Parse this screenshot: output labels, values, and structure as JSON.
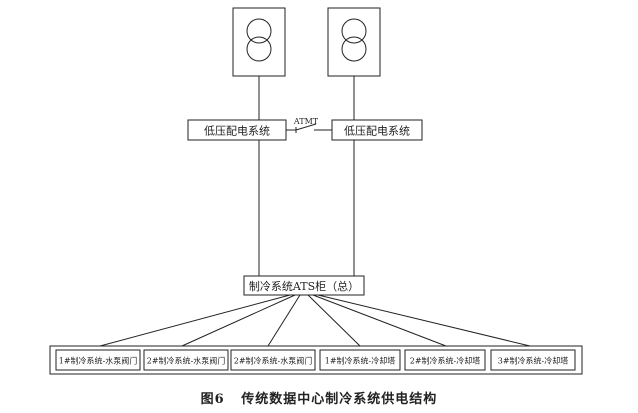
{
  "transformers": [
    {
      "name": "transformer-left"
    },
    {
      "name": "transformer-right"
    }
  ],
  "lv_systems": [
    {
      "label": "低压配电系统"
    },
    {
      "label": "低压配电系统"
    }
  ],
  "tie_switch": {
    "label": "ATMT"
  },
  "ats_cabinet": {
    "label": "制冷系统ATS柜（总）"
  },
  "loads": [
    {
      "label": "1#制冷系统-水泵阀门"
    },
    {
      "label": "2#制冷系统-水泵阀门"
    },
    {
      "label": "2#制冷系统-水泵阀门"
    },
    {
      "label": "1#制冷系统-冷却塔"
    },
    {
      "label": "2#制冷系统-冷却塔"
    },
    {
      "label": "3#制冷系统-冷却塔"
    }
  ],
  "caption": {
    "figure": "图6",
    "text": "传统数据中心制冷系统供电结构"
  }
}
